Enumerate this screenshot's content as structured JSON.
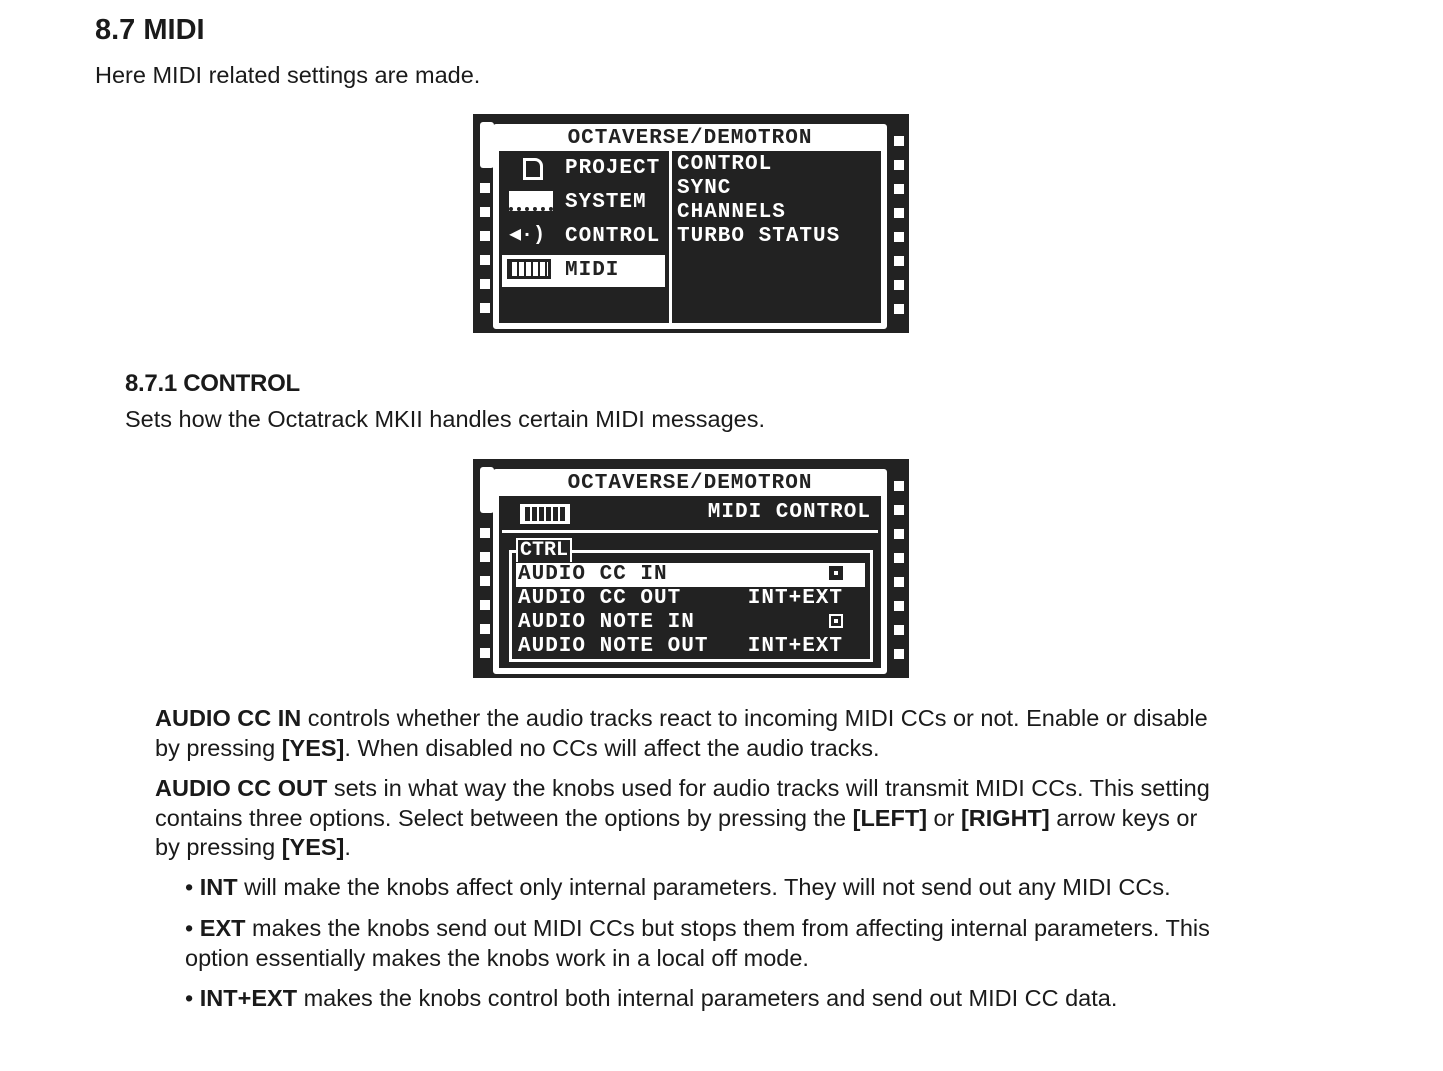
{
  "section": {
    "title": "8.7 MIDI",
    "intro": "Here MIDI related settings are made."
  },
  "screen1": {
    "title": "OCTAVERSE/DEMOTRON",
    "menu": [
      {
        "label": "PROJECT",
        "icon": "page-icon"
      },
      {
        "label": "SYSTEM",
        "icon": "system-icon"
      },
      {
        "label": "CONTROL",
        "icon": "speaker-icon"
      },
      {
        "label": "MIDI",
        "icon": "keyboard-icon",
        "selected": true
      }
    ],
    "submenu": [
      "CONTROL",
      "SYNC",
      "CHANNELS",
      "TURBO STATUS"
    ]
  },
  "subsection": {
    "title": "8.7.1 CONTROL",
    "intro": "Sets how the Octatrack MKII handles certain MIDI messages."
  },
  "screen2": {
    "title": "OCTAVERSE/DEMOTRON",
    "header": "MIDI CONTROL",
    "group": "CTRL",
    "rows": [
      {
        "label": "AUDIO CC IN",
        "value": "checked"
      },
      {
        "label": "AUDIO CC OUT",
        "value": "INT+EXT"
      },
      {
        "label": "AUDIO NOTE IN",
        "value": "checked"
      },
      {
        "label": "AUDIO NOTE OUT",
        "value": "INT+EXT"
      }
    ]
  },
  "body": {
    "p1": {
      "term": "AUDIO CC IN",
      "l1": " controls whether the audio tracks react to incoming MIDI CCs or not. Enable or disable",
      "l2a": "by pressing ",
      "k1": "[YES]",
      "l2b": ". When disabled no CCs will affect the audio tracks."
    },
    "p2": {
      "term": "AUDIO CC OUT",
      "l1": " sets in what way the knobs used for audio tracks will transmit MIDI CCs. This setting",
      "l2a": "contains three options. Select between the options by pressing the ",
      "k1": "[LEFT]",
      "l2b": " or ",
      "k2": "[RIGHT]",
      "l2c": " arrow keys or",
      "l3a": "by pressing ",
      "k3": "[YES]",
      "l3b": "."
    },
    "bullets": [
      {
        "term": "INT",
        "l1": " will make the knobs affect only internal parameters. They will not send out any MIDI CCs."
      },
      {
        "term": "EXT",
        "l1": " makes the knobs send out MIDI CCs but stops them from affecting internal parameters. This",
        "l2": "option essentially makes the knobs work in a local off mode."
      },
      {
        "term": "INT+EXT",
        "l1": " makes the knobs control both internal parameters and send out MIDI CC data."
      }
    ]
  }
}
